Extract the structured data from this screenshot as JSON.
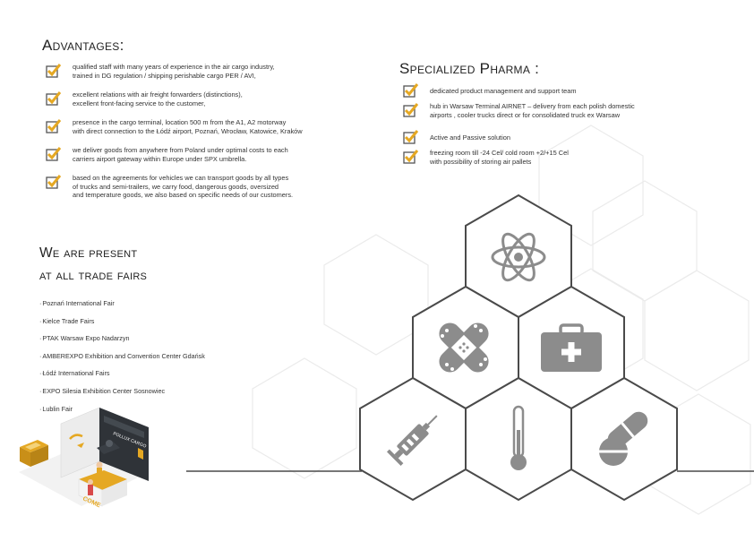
{
  "colors": {
    "accent": "#e5a823",
    "hex_stroke": "#4a4a4a",
    "icon_gray": "#8c8c8c",
    "bg_lines": "#e6e6e6"
  },
  "advantages": {
    "title": "Advantages:",
    "items": [
      {
        "line1": "qualified staff with many years of experience in the air cargo industry,",
        "line2": "trained in DG regulation / shipping perishable cargo PER / AVI,"
      },
      {
        "line1": "excellent relations with air freight forwarders (distinctions),",
        "line2": "excellent front-facing service to the customer,"
      },
      {
        "line1": "presence in the cargo terminal, location 500 m from the A1, A2 motorway",
        "line2": "with direct connection to the Łódź airport, Poznań,  Wrocław, Katowice, Kraków"
      },
      {
        "line1": "we deliver goods from anywhere from Poland under optimal costs to each",
        "line2": "carriers airport gateway within Europe under SPX umbrella."
      },
      {
        "line1": "based on the agreements for vehicles we can transport goods by all types",
        "line2": "of trucks and semi-trailers, we carry food, dangerous goods, oversized",
        "line3": "and temperature goods, we also based on specific needs of our customers."
      }
    ]
  },
  "pharma": {
    "title": "Specialized Pharma :",
    "items": [
      {
        "line1": "dedicated product management and support team"
      },
      {
        "line1": "hub in Warsaw Terminal AIRNET – delivery from each polish domestic",
        "line2": "airports , cooler trucks direct or for consolidated truck ex Warsaw"
      },
      {
        "line1": "Active and Passive solution"
      },
      {
        "line1": "freezing  room till -24 Cel/ cold room +2/+15 Cel",
        "line2": "with possibility of storing air pallets"
      }
    ]
  },
  "fairs": {
    "title_line1": "We are present",
    "title_line2": "at all trade fairs",
    "items": [
      "Poznań International Fair",
      "Kielce Trade Fairs",
      "PTAK Warsaw Expo Nadarzyn",
      "AMBEREXPO Exhibition and Convention Center Gdańsk",
      "Łódź International Fairs",
      "EXPO Silesia Exhibition Center Sosnowiec",
      "Lublin Fair"
    ]
  },
  "booth": {
    "sign": "POLLUX CARGO",
    "counter": "COME"
  },
  "icons": [
    "atom-icon",
    "bandage-icon",
    "first-aid-kit-icon",
    "syringe-icon",
    "thermometer-icon",
    "pills-icon"
  ]
}
